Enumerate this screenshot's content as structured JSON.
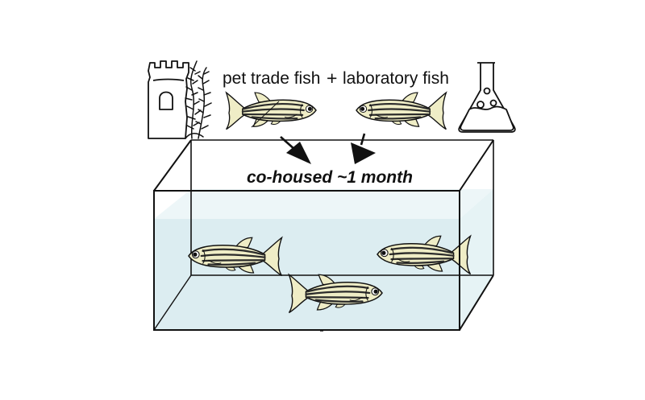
{
  "labels": {
    "pet_trade": "pet trade fish",
    "plus": "+",
    "laboratory": "laboratory fish",
    "cohoused": "co-housed ~1 month"
  },
  "colors": {
    "water": "#dcedf1",
    "fish_body": "#efedc6",
    "fish_stripe": "#2b2b2b",
    "outline": "#111111"
  },
  "icons": [
    "castle-icon",
    "seaweed-icon",
    "flask-icon"
  ]
}
